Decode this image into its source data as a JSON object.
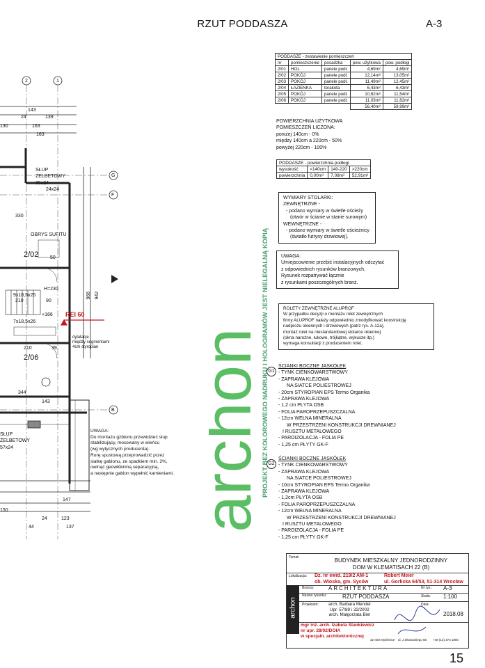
{
  "header": {
    "title": "RZUT PODDASZA",
    "sheet": "A-3"
  },
  "rooms": {
    "title": "PODDASZE - zestawienie pomieszczeń",
    "columns": [
      "nr",
      "pomieszczenie",
      "posadzka",
      "pow. użytkowa",
      "pow. podłogi"
    ],
    "rows": [
      [
        "2/01",
        "HOL",
        "panele podł.",
        "4,69m²",
        "4,69m²"
      ],
      [
        "2/02",
        "POKÓJ",
        "panele podł.",
        "12,14m²",
        "13,05m²"
      ],
      [
        "2/03",
        "POKÓJ",
        "panele podł.",
        "11,49m²",
        "12,45m²"
      ],
      [
        "2/04",
        "ŁAZIENKA",
        "terakota",
        "6,43m²",
        "6,43m²"
      ],
      [
        "2/05",
        "POKÓJ",
        "panele podł.",
        "10,62m²",
        "11,54m²"
      ],
      [
        "2/06",
        "POKÓJ",
        "panele podł.",
        "11,03m²",
        "11,82m²"
      ]
    ],
    "totals": [
      "56,40m²",
      "59,99m²"
    ]
  },
  "area_note": {
    "lines": [
      "POWIERZCHNIA UŻYTKOWA",
      "POMIESZCZEŃ LICZONA:",
      "poniżej 140cm - 0%",
      "między 140cm a 220cm - 50%",
      "powyżej 220cm - 100%"
    ]
  },
  "floor_area": {
    "title": "PODDASZE - powierzchnia podłogi",
    "headers": [
      "wysokość",
      "<140cm",
      "140-220",
      ">220cm"
    ],
    "values": [
      "powierzchnia",
      "0,00m²",
      "7,08m²",
      "52,91m²"
    ]
  },
  "joinery": {
    "lines": [
      "WYMIARY STOLARKI:",
      "ZEWNĘTRZNE -",
      "- podano wymiary w świetle ościeży",
      "(otwór w ścianie w stanie surowym)",
      "WEWNĘTRZNE -",
      "- podano wymiary w świetle ościeżnicy",
      "(światło futryny drzwiowej)."
    ]
  },
  "uwaga": {
    "lines": [
      "UWAGA:",
      "Umiejscowienie przebić instalacyjnych odczytać",
      "z odpowiednich rysunków branżowych.",
      "Rysunek rozpatrywać łącznie",
      "z rysunkami poszczególnych branż."
    ]
  },
  "rolety": {
    "lines": [
      "ROLETY ZEWNĘTRZNE ALUPROF",
      "W przypadku decyzji o montażu rolet zewnętrznych",
      "firmy ALUPROF należy odpowiednio zmodyfikować konstrukcję",
      "nadprożu okiennych i drzwiowych (patrz rys. A-12a),",
      "montaż rolet na niestandardowej stolarce okiennej",
      "(okna narożne, łukowe, trójkątne, wykusze itp.)",
      "wymaga konsultacji z producentem rolet."
    ]
  },
  "g1": {
    "marker": "G1",
    "lines": [
      "ŚCIANKI BOCZNE JASKÓŁEK",
      "- TYNK CIENKOWARSTWOWY",
      "- ZAPRAWA KLEJOWA",
      "NA SIATCE POLIESTROWEJ",
      "- 20cm STYROPIAN EPS Termo Organika",
      "- ZAPRAWA KLEJOWA",
      "- 1,2 cm PŁYTA OSB",
      "- FOLIA PAROPRZEPUSZCZALNA",
      "- 12cm WEŁNA MINERALNA",
      "W PRZESTRZENI KONSTRUKCJI DREWNIANEJ",
      "I RUSZTU METALOWEGO",
      "- PAROIZOLACJA - FOLIA PE",
      "- 1,25 cm PŁYTY GK-F"
    ]
  },
  "g2": {
    "marker": "G2",
    "lines": [
      "ŚCIANKI BOCZNE JASKÓŁEK",
      "- TYNK CIENKOWARSTWOWY",
      "- ZAPRAWA KLEJOWA",
      "NA SIATCE POLIESTROWEJ",
      "- 10cm STYROPIAN EPS Termo Organika",
      "- ZAPRAWA KLEJOWA",
      "- 1,2cm PŁYTA OSB",
      "- FOLIA PAROPRZEPUSZCZALNA",
      "- 12cm WEŁNA MINERALNA",
      "W PRZESTRZENI KONSTRUKCJI DREWNIANEJ",
      "I RUSZTU METALOWEGO",
      "- PAROIZOLACJA - FOLIA PE",
      "- 1,25 cm PŁYTY GK-F"
    ]
  },
  "plan_note": {
    "lines": [
      "UWAGA:",
      "Do montażu gzbionu przewidzieć slup",
      "stabilizujący, mocowany w wieńcu",
      "(wg wytycznych producenta).",
      "Rurę spustową przeprowadzić przez",
      "siatkę gabionu, ze spadkiem min. 2%,",
      "owinąć geowłókniną separacyjną,",
      "a następnie gabion wypełnić kamieniami."
    ]
  },
  "plan_labels": {
    "slup1": "SŁUP",
    "slup1b": "ŻELBETOWY",
    "slup1c": "35x24",
    "dim24x24": "24x24",
    "slup2": "SŁUP",
    "slup2b": "ŻELBETOWY",
    "slup2c": "57x24",
    "room202": "2/02",
    "room206": "2/06",
    "obrys": "OBRYS SUFITU",
    "rei": "REI 60",
    "dylatacje": "dylatacje",
    "miedzy": "między segmentami",
    "styropian": "4cm styropian",
    "d143": "143",
    "d139": "139",
    "d24": "24",
    "d163a": "163",
    "d163b": "163",
    "d130": "130",
    "d330": "330",
    "d210a": "210",
    "d210b": "210",
    "d90": "90",
    "d39": "39",
    "d50": "50",
    "d344": "344",
    "d143b": "143",
    "d147": "147",
    "d150": "150",
    "d123": "123",
    "d137": "137",
    "d44": "44",
    "d24b": "24",
    "d966": "966",
    "d942": "942",
    "h166": "+166",
    "stairs1": "9x18,5x26",
    "stairs2": "7x18,5x26",
    "h230": "H=230",
    "ax1": "1",
    "ax2": "2",
    "axF": "F",
    "axG": "G",
    "axB": "B"
  },
  "watermark": {
    "brand": "archon",
    "side": "PROJEKT BEZ KOLOROWEGO NADRUKU I HOLOGRAMÓW JEST NIELEGALNĄ KOPIĄ",
    "logo": "archon"
  },
  "title_block": {
    "temat_label": "Temat:",
    "temat": "BUDYNEK MIESZKALNY JEDNORODZINNY",
    "temat2": "DOM W KLEMATISACH 22 (B)",
    "lok_label": "Lokalizacja:",
    "lok1": "Dz. nr ewid. 219/2 AM-1",
    "lok2": "ob. Wioska, gm. Syców",
    "inw1": "Robert Meier",
    "inw2": "ul. Gorlicka 64/53, 51-314 Wrocław",
    "branza_label": "Branża:",
    "branza": "ARCHITEKTURA",
    "nr_rys_label": "Nr rys.:",
    "nr_rys": "A-3",
    "nazwa_label": "Nazwa rysunku:",
    "nazwa": "RZUT PODDASZA",
    "skala_label": "Skala:",
    "skala": "1:100",
    "proj_label": "Projektant:",
    "proj1": "arch. Barbara Mendel",
    "proj2": "Upr. 57/89 i 32/2002",
    "proj3": "arch. Małgorzata Biel",
    "data_label": "Data:",
    "data": "2018.08",
    "adapt1": "mgr inż. arch. Izabela Stankiewicz",
    "adapt2": "nr upr. 28/02/DOIA",
    "adapt3": "w specjaln. architektonicznej",
    "firma": "ul. J.Słowackiego 55",
    "tel": "+48 (12) 373 1890",
    "kod": "32-400 Myślenice"
  },
  "page_number": "15"
}
